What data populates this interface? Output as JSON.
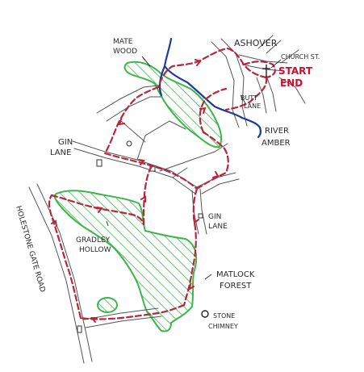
{
  "map": {
    "labels": {
      "mate_wood_1": "MATE",
      "mate_wood_2": "WOOD",
      "ashover": "ASHOVER",
      "church_st": "CHURCH ST.",
      "start": "START",
      "end": "END",
      "butt_lane_1": "BUTT",
      "butt_lane_2": "LANE",
      "river_amber_1": "RIVER",
      "river_amber_2": "AMBER",
      "gin_lane_left_1": "GIN",
      "gin_lane_left_2": "LANE",
      "gin_lane_right_1": "GIN",
      "gin_lane_right_2": "LANE",
      "gradley_hollow_1": "GRADLEY",
      "gradley_hollow_2": "HOLLOW",
      "holestone_gate_road": "HOLESTONE GATE ROAD",
      "matlock_forest_1": "MATLOCK",
      "matlock_forest_2": "FOREST",
      "stone_chimney_1": "STONE",
      "stone_chimney_2": "CHIMNEY"
    },
    "colors": {
      "route": "#b8263a",
      "river": "#1e3a9a",
      "forest": "#3cb54a",
      "road": "#555555",
      "start_end": "#c8102e"
    },
    "icons": {
      "church": "cross-icon",
      "stone_chimney": "circle-marker-icon"
    }
  }
}
